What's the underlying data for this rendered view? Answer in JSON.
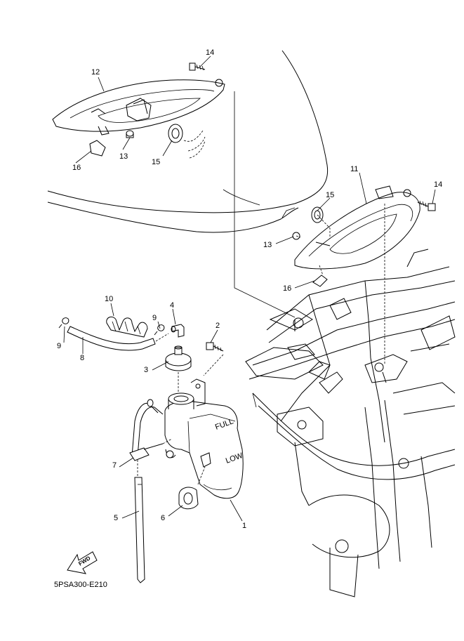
{
  "reference_code": "5PSA300-E210",
  "fwd_label": "FWD",
  "tank_markings": {
    "full": "FULL",
    "low": "LOW"
  },
  "parts": [
    {
      "id": "p1",
      "number": "1"
    },
    {
      "id": "p2",
      "number": "2"
    },
    {
      "id": "p3",
      "number": "3"
    },
    {
      "id": "p4",
      "number": "4"
    },
    {
      "id": "p5",
      "number": "5"
    },
    {
      "id": "p6",
      "number": "6"
    },
    {
      "id": "p7",
      "number": "7"
    },
    {
      "id": "p8",
      "number": "8"
    },
    {
      "id": "p9a",
      "number": "9"
    },
    {
      "id": "p9b",
      "number": "9"
    },
    {
      "id": "p10",
      "number": "10"
    },
    {
      "id": "p11",
      "number": "11"
    },
    {
      "id": "p12",
      "number": "12"
    },
    {
      "id": "p13a",
      "number": "13"
    },
    {
      "id": "p13b",
      "number": "13"
    },
    {
      "id": "p14a",
      "number": "14"
    },
    {
      "id": "p14b",
      "number": "14"
    },
    {
      "id": "p15a",
      "number": "15"
    },
    {
      "id": "p15b",
      "number": "15"
    },
    {
      "id": "p16a",
      "number": "16"
    },
    {
      "id": "p16b",
      "number": "16"
    }
  ]
}
